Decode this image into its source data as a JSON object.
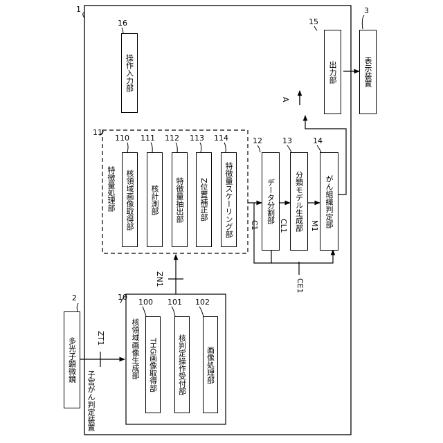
{
  "refs": {
    "device": "1",
    "microscope": "2",
    "display": "3",
    "nucleus_image_gen": "10",
    "feature_proc": "11",
    "data_split": "12",
    "model_gen": "13",
    "cancer_judge": "14",
    "output": "15",
    "operation_input": "16",
    "thg_image": "100",
    "judge_op": "101",
    "image_proc": "102",
    "nucleus_region_image": "110",
    "nucleus_meas": "111",
    "feature_extract": "112",
    "z_correct": "113",
    "feature_scale": "114"
  },
  "labels": {
    "device": "子宮がん判定装置",
    "microscope": "多光子顕微鏡",
    "display": "表示装置",
    "output": "出力部",
    "operation_input": "操作入力部",
    "nucleus_image_gen": "核領域画像生成部",
    "thg_image": "THG画像取得部",
    "judge_op": "核判定操作受付部",
    "image_proc": "画像処理部",
    "feature_proc": "特徴量処理部",
    "nucleus_region_image": "核領域画像取得部",
    "nucleus_meas": "核計測部",
    "feature_extract": "特徴量抽出部",
    "z_correct": "Z位置補正部",
    "feature_scale": "特徴量スケーリング部",
    "data_split": "データ分割部",
    "model_gen": "分類モデル生成部",
    "cancer_judge": "がん組織判定部"
  },
  "signals": {
    "zt1": "ZT1",
    "zn1": "ZN1",
    "c1": "C1",
    "cl1": "CL1",
    "m1": "M1",
    "ce1": "CE1",
    "a": "A"
  }
}
